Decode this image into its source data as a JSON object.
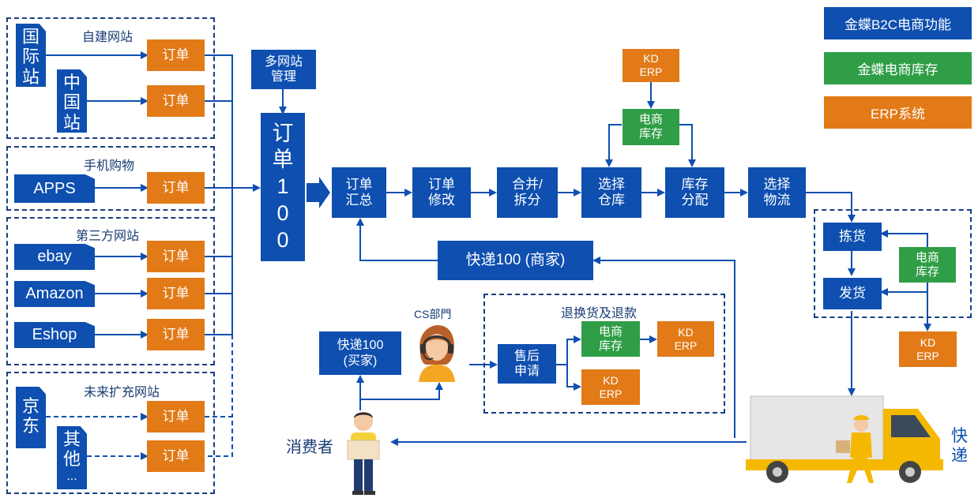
{
  "legend": {
    "b2c": "金蝶B2C电商功能",
    "inventory": "金蝶电商库存",
    "erp": "ERP系统",
    "colors": {
      "blue": "#0e4fb0",
      "green": "#2f9e47",
      "orange": "#e27a18"
    }
  },
  "groups": {
    "self_site": "自建网站",
    "mobile": "手机购物",
    "third_party": "第三方网站",
    "future": "未来扩充网站"
  },
  "sites": {
    "intl": [
      "国",
      "际",
      "站"
    ],
    "china": [
      "中",
      "国",
      "站"
    ],
    "apps": "APPS",
    "ebay": "ebay",
    "amazon": "Amazon",
    "eshop": "Eshop",
    "jd": [
      "京",
      "东"
    ],
    "other": [
      "其",
      "他",
      "..."
    ]
  },
  "order_label": "订单",
  "multi_site": [
    "多网站",
    "管理"
  ],
  "order100": [
    "订",
    "单",
    "1",
    "0",
    "0"
  ],
  "flow": {
    "summary": [
      "订单",
      "汇总"
    ],
    "modify": [
      "订单",
      "修改"
    ],
    "merge": [
      "合并/",
      "拆分"
    ],
    "warehouse": [
      "选择",
      "仓库"
    ],
    "allocate": [
      "库存",
      "分配"
    ],
    "logistics": [
      "选择",
      "物流"
    ]
  },
  "kd_erp": [
    "KD",
    "ERP"
  ],
  "ec_inventory": [
    "电商",
    "库存"
  ],
  "picking": "拣货",
  "shipping": "发货",
  "kuaidi_merchant": "快递100 (商家)",
  "kuaidi_buyer": [
    "快递100",
    "(买家)"
  ],
  "cs_dept": "CS部門",
  "returns_title": "退换货及退款",
  "after_sales": [
    "售后",
    "申请"
  ],
  "consumer": "消费者",
  "express": [
    "快",
    "递"
  ]
}
